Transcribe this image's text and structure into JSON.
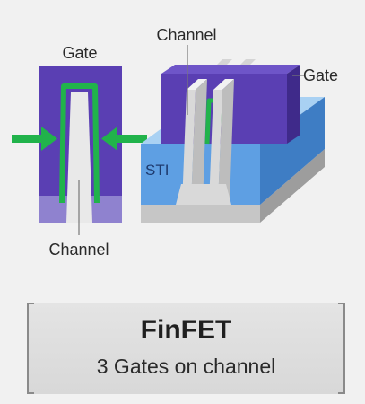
{
  "labels": {
    "left_gate": "Gate",
    "left_channel": "Channel",
    "right_channel": "Channel",
    "right_gate": "Gate",
    "sti": "STI"
  },
  "caption": {
    "title": "FinFET",
    "subtitle": "3 Gates on channel"
  },
  "colors": {
    "gate": "#5a3fb3",
    "gate_side": "#3f2a8a",
    "gate_highlight": "#21b34b",
    "sti_top": "#9fc8ef",
    "sti_front": "#5a9be0",
    "substrate": "#bdbdbd",
    "channel": "#e9e9e9"
  }
}
